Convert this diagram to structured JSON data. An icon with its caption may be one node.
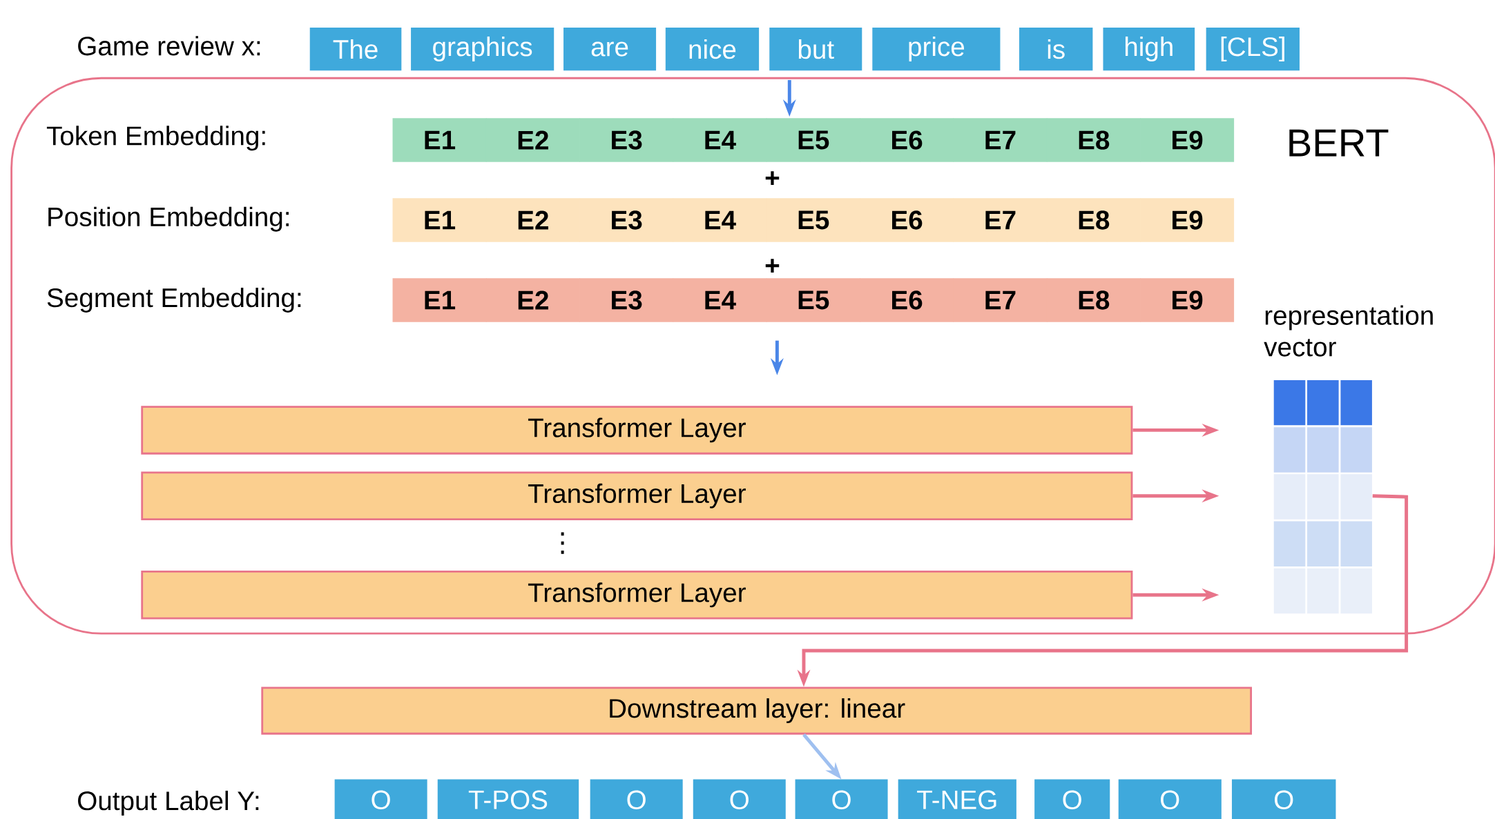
{
  "diagram": {
    "nodes": [
      {
        "text": [
          "BERT"
        ]
      },
      {
        "text": [
          "The"
        ]
      },
      {
        "text": [
          "graphics"
        ]
      },
      {
        "text": [
          "are"
        ]
      },
      {
        "text": [
          "nice"
        ]
      },
      {
        "text": [
          "but"
        ]
      },
      {
        "text": [
          "price"
        ]
      },
      {
        "text": [
          "is"
        ]
      },
      {
        "text": [
          "high"
        ]
      },
      {
        "text": [
          "[CLS]"
        ]
      },
      {
        "text": [
          "E1",
          "E2",
          "E3",
          "E4",
          "E5",
          "E6",
          "E7",
          "E8",
          "E9"
        ],
        "in": 0
      },
      {
        "text": [
          "E1",
          "E2",
          "E3",
          "E4",
          "E5",
          "E6",
          "E7",
          "E8",
          "E9"
        ],
        "in": 0
      },
      {
        "text": [
          "E1",
          "E2",
          "E3",
          "E4",
          "E5",
          "E6",
          "E7",
          "E8",
          "E9"
        ],
        "in": 0
      },
      {
        "text": [
          "Transformer Layer"
        ],
        "in": 0
      },
      {
        "text": [
          "Transformer Layer"
        ],
        "in": 0
      },
      {
        "text": [
          "Transformer Layer"
        ],
        "in": 0
      },
      {
        "text": [
          "representation vector"
        ],
        "in": 0
      },
      {
        "text": [
          "Downstream layer: linear"
        ]
      },
      {
        "text": [
          "O"
        ]
      },
      {
        "text": [
          "T-POS"
        ]
      },
      {
        "text": [
          "O"
        ]
      },
      {
        "text": [
          "O"
        ]
      },
      {
        "text": [
          "O"
        ]
      },
      {
        "text": [
          "T-NEG"
        ]
      },
      {
        "text": [
          "O"
        ]
      },
      {
        "text": [
          "O"
        ]
      },
      {
        "text": [
          "O"
        ]
      }
    ],
    "edges": [
      {
        "from": 5,
        "to": 10,
        "arrow": "to",
        "color": "#4a86e8"
      },
      {
        "from": 12,
        "to": 13,
        "arrow": "to",
        "color": "#4a86e8"
      },
      {
        "from": 13,
        "to": 16,
        "arrow": "to"
      },
      {
        "from": 14,
        "to": 16,
        "arrow": "to"
      },
      {
        "from": 15,
        "to": 16,
        "arrow": "to"
      },
      {
        "from": 16,
        "to": 17,
        "arrow": "to"
      },
      {
        "from": 17,
        "to": 22,
        "arrow": "to",
        "color": "#9fc0f0"
      }
    ],
    "labels": [
      "Game review x:",
      "Token Embedding:",
      "+",
      "Position Embedding:",
      "+",
      "Segment Embedding:",
      "⋮",
      "Output Label Y:"
    ]
  }
}
